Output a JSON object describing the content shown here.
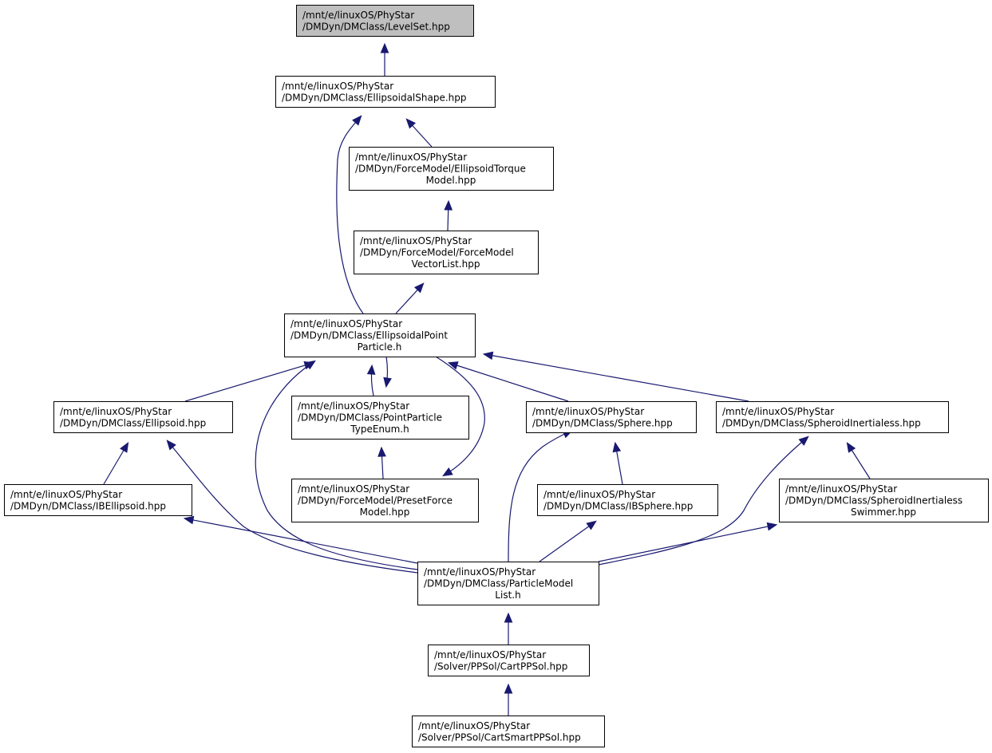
{
  "nodes": [
    {
      "id": "levelset",
      "lines": [
        "/mnt/e/linuxOS/PhyStar",
        "/DMDyn/DMClass/LevelSet.hpp"
      ],
      "highlighted": true
    },
    {
      "id": "ellipsoidalshape",
      "lines": [
        "/mnt/e/linuxOS/PhyStar",
        "/DMDyn/DMClass/EllipsoidalShape.hpp"
      ]
    },
    {
      "id": "ellipsoidtorque",
      "lines": [
        "/mnt/e/linuxOS/PhyStar",
        "/DMDyn/ForceModel/EllipsoidTorque",
        "Model.hpp"
      ]
    },
    {
      "id": "forcemodelvectorlist",
      "lines": [
        "/mnt/e/linuxOS/PhyStar",
        "/DMDyn/ForceModel/ForceModel",
        "VectorList.hpp"
      ]
    },
    {
      "id": "ellipsoidalpointparticle",
      "lines": [
        "/mnt/e/linuxOS/PhyStar",
        "/DMDyn/DMClass/EllipsoidalPoint",
        "Particle.h"
      ]
    },
    {
      "id": "ellipsoid",
      "lines": [
        "/mnt/e/linuxOS/PhyStar",
        "/DMDyn/DMClass/Ellipsoid.hpp"
      ]
    },
    {
      "id": "pointparticletypeenum",
      "lines": [
        "/mnt/e/linuxOS/PhyStar",
        "/DMDyn/DMClass/PointParticle",
        "TypeEnum.h"
      ]
    },
    {
      "id": "sphere",
      "lines": [
        "/mnt/e/linuxOS/PhyStar",
        "/DMDyn/DMClass/Sphere.hpp"
      ]
    },
    {
      "id": "spheroidinertialess",
      "lines": [
        "/mnt/e/linuxOS/PhyStar",
        "/DMDyn/DMClass/SpheroidInertialess.hpp"
      ]
    },
    {
      "id": "ibellipsoid",
      "lines": [
        "/mnt/e/linuxOS/PhyStar",
        "/DMDyn/DMClass/IBEllipsoid.hpp"
      ]
    },
    {
      "id": "presetforcemodel",
      "lines": [
        "/mnt/e/linuxOS/PhyStar",
        "/DMDyn/ForceModel/PresetForce",
        "Model.hpp"
      ]
    },
    {
      "id": "ibsphere",
      "lines": [
        "/mnt/e/linuxOS/PhyStar",
        "/DMDyn/DMClass/IBSphere.hpp"
      ]
    },
    {
      "id": "spheroidinertialessswimmer",
      "lines": [
        "/mnt/e/linuxOS/PhyStar",
        "/DMDyn/DMClass/SpheroidInertialess",
        "Swimmer.hpp"
      ]
    },
    {
      "id": "particlemodellist",
      "lines": [
        "/mnt/e/linuxOS/PhyStar",
        "/DMDyn/DMClass/ParticleModel",
        "List.h"
      ]
    },
    {
      "id": "cartppsol",
      "lines": [
        "/mnt/e/linuxOS/PhyStar",
        "/Solver/PPSol/CartPPSol.hpp"
      ]
    },
    {
      "id": "cartsmartppsol",
      "lines": [
        "/mnt/e/linuxOS/PhyStar",
        "/Solver/PPSol/CartSmartPPSol.hpp"
      ]
    }
  ],
  "edges": [
    {
      "from": "ellipsoidalshape",
      "to": "levelset"
    },
    {
      "from": "ellipsoidtorque",
      "to": "ellipsoidalshape"
    },
    {
      "from": "ellipsoidalpointparticle",
      "to": "ellipsoidalshape"
    },
    {
      "from": "forcemodelvectorlist",
      "to": "ellipsoidtorque"
    },
    {
      "from": "ellipsoidalpointparticle",
      "to": "forcemodelvectorlist"
    },
    {
      "from": "ellipsoid",
      "to": "ellipsoidalpointparticle"
    },
    {
      "from": "pointparticletypeenum",
      "to": "ellipsoidalpointparticle"
    },
    {
      "from": "ellipsoidalpointparticle",
      "to": "pointparticletypeenum"
    },
    {
      "from": "presetforcemodel",
      "to": "pointparticletypeenum"
    },
    {
      "from": "ellipsoidalpointparticle",
      "to": "presetforcemodel"
    },
    {
      "from": "sphere",
      "to": "ellipsoidalpointparticle"
    },
    {
      "from": "spheroidinertialess",
      "to": "ellipsoidalpointparticle"
    },
    {
      "from": "particlemodellist",
      "to": "ellipsoidalpointparticle"
    },
    {
      "from": "ibellipsoid",
      "to": "ellipsoid"
    },
    {
      "from": "particlemodellist",
      "to": "ellipsoid"
    },
    {
      "from": "particlemodellist",
      "to": "ibellipsoid"
    },
    {
      "from": "ibsphere",
      "to": "sphere"
    },
    {
      "from": "particlemodellist",
      "to": "sphere"
    },
    {
      "from": "particlemodellist",
      "to": "ibsphere"
    },
    {
      "from": "spheroidinertialessswimmer",
      "to": "spheroidinertialess"
    },
    {
      "from": "particlemodellist",
      "to": "spheroidinertialess"
    },
    {
      "from": "particlemodellist",
      "to": "spheroidinertialessswimmer"
    },
    {
      "from": "cartppsol",
      "to": "particlemodellist"
    },
    {
      "from": "cartsmartppsol",
      "to": "cartppsol"
    }
  ]
}
